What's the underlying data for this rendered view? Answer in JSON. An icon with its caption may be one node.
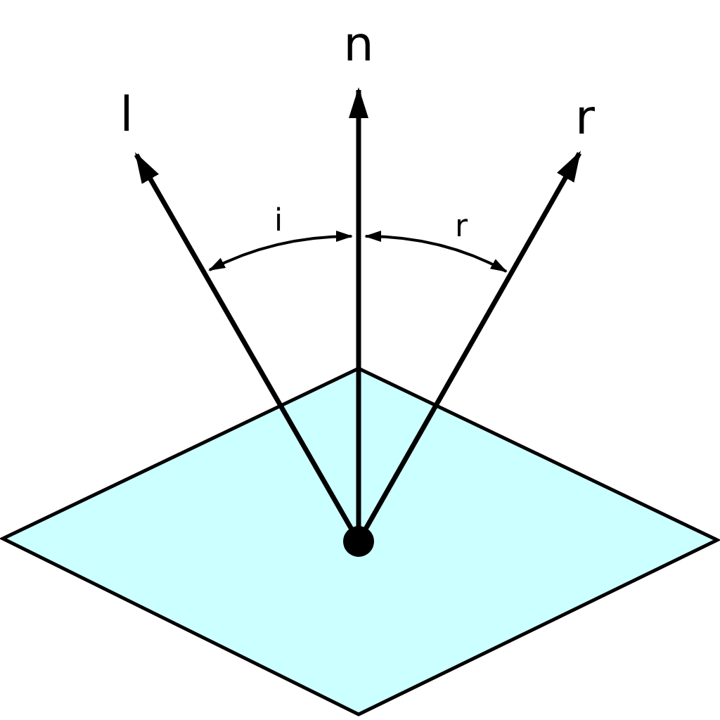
{
  "diagram": {
    "labels": [
      "n",
      "l",
      "r",
      "i",
      "r"
    ]
  }
}
